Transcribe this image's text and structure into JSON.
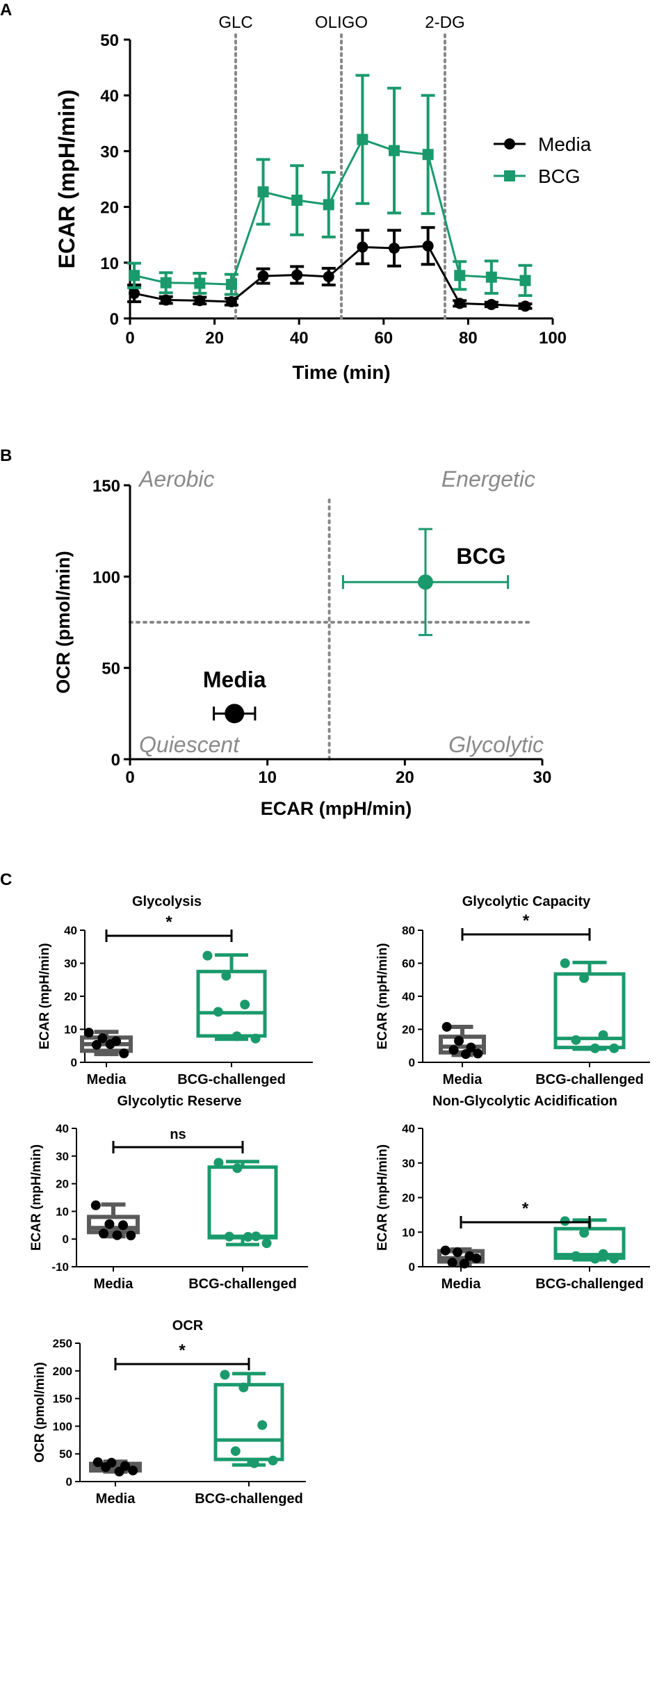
{
  "panels": {
    "a": "A",
    "b": "B",
    "c": "C"
  },
  "colors": {
    "media": "#000000",
    "bcg": "#1a9a6c",
    "media_box": "#5a5a5a",
    "ref": "#888888",
    "quadrant": "#8a8a8a"
  },
  "chart_data": [
    {
      "type": "line",
      "panel": "A",
      "xlabel": "Time (min)",
      "ylabel": "ECAR (mpH/min)",
      "xlim": [
        0,
        100
      ],
      "ylim": [
        0,
        50
      ],
      "xticks": [
        "0",
        "20",
        "40",
        "60",
        "80",
        "100"
      ],
      "yticks": [
        "0",
        "10",
        "20",
        "30",
        "40",
        "50"
      ],
      "injections": [
        {
          "label": "GLC",
          "x": 25
        },
        {
          "label": "OLIGO",
          "x": 50
        },
        {
          "label": "2-DG",
          "x": 74.5
        }
      ],
      "legend": "right",
      "series": [
        {
          "name": "Media",
          "x": [
            1,
            8.5,
            16.5,
            24,
            31.5,
            39.5,
            47,
            55,
            62.5,
            70.5,
            78,
            85.5,
            93.5
          ],
          "y": [
            4.5,
            3.3,
            3.2,
            3.0,
            7.6,
            7.8,
            7.5,
            12.8,
            12.6,
            13.0,
            2.7,
            2.5,
            2.2
          ],
          "err": [
            1.5,
            0.6,
            0.6,
            0.6,
            1.3,
            1.5,
            1.5,
            3.0,
            3.2,
            3.3,
            0.5,
            0.4,
            0.4
          ]
        },
        {
          "name": "BCG",
          "x": [
            1,
            8.5,
            16.5,
            24,
            31.5,
            39.5,
            47,
            55,
            62.5,
            70.5,
            78,
            85.5,
            93.5
          ],
          "y": [
            7.7,
            6.4,
            6.3,
            6.1,
            22.7,
            21.2,
            20.4,
            32.1,
            30.1,
            29.4,
            7.7,
            7.4,
            6.8
          ],
          "err": [
            2.2,
            1.8,
            1.8,
            1.8,
            5.8,
            6.2,
            5.8,
            11.5,
            11.2,
            10.6,
            2.5,
            2.9,
            2.7
          ]
        }
      ]
    },
    {
      "type": "scatter",
      "panel": "B",
      "xlabel": "ECAR (mpH/min)",
      "ylabel": "OCR (pmol/min)",
      "xlim": [
        0,
        30
      ],
      "ylim": [
        0,
        150
      ],
      "xticks": [
        "0",
        "10",
        "20",
        "30"
      ],
      "yticks": [
        "0",
        "50",
        "100",
        "150"
      ],
      "ref_x": 14.5,
      "ref_y": 75,
      "quadrants": [
        "Aerobic",
        "Energetic",
        "Quiescent",
        "Glycolytic"
      ],
      "points": [
        {
          "name": "Media",
          "x": 7.6,
          "y": 25,
          "xerr": 1.5,
          "yerr": 0
        },
        {
          "name": "BCG",
          "x": 21.5,
          "y": 97,
          "xerr": 6.0,
          "yerr": 29
        }
      ]
    },
    {
      "type": "box",
      "panel": "C",
      "title": "Glycolysis",
      "ylabel": "ECAR (mpH/min)",
      "ylim": [
        0,
        40
      ],
      "yticks": [
        "0",
        "10",
        "20",
        "30",
        "40"
      ],
      "categories": [
        "Media",
        "BCG-challenged"
      ],
      "boxes": [
        {
          "min": 2.5,
          "q1": 3.5,
          "median": 5.5,
          "q3": 7.5,
          "max": 9.2,
          "points": [
            9.0,
            7.3,
            6.4,
            5.3,
            5.5,
            2.7
          ]
        },
        {
          "min": 7.0,
          "q1": 8.0,
          "median": 15.0,
          "q3": 27.5,
          "max": 32.5,
          "points": [
            32.3,
            26.2,
            17.5,
            15.3,
            7.9,
            7.2
          ]
        }
      ],
      "sig": "*"
    },
    {
      "type": "box",
      "panel": "C",
      "title": "Glycolytic Capacity",
      "ylabel": "ECAR (mpH/min)",
      "ylim": [
        0,
        80
      ],
      "yticks": [
        "0",
        "20",
        "40",
        "60",
        "80"
      ],
      "categories": [
        "Media",
        "BCG-challenged"
      ],
      "boxes": [
        {
          "min": 4.5,
          "q1": 6.0,
          "median": 9.5,
          "q3": 15.5,
          "max": 21.5,
          "points": [
            21.5,
            13.0,
            9.0,
            7.5,
            5.0,
            5.3
          ]
        },
        {
          "min": 8.0,
          "q1": 9.0,
          "median": 14.5,
          "q3": 53.5,
          "max": 60.5,
          "points": [
            60.0,
            51.0,
            16.5,
            13.5,
            8.5,
            8.5
          ]
        }
      ],
      "sig": "*"
    },
    {
      "type": "box",
      "panel": "C",
      "title": "Glycolytic Reserve",
      "ylabel": "ECAR (mpH/min)",
      "ylim": [
        -10,
        40
      ],
      "yticks": [
        "-10",
        "0",
        "10",
        "20",
        "30",
        "40"
      ],
      "categories": [
        "Media",
        "BCG-challenged"
      ],
      "boxes": [
        {
          "min": 1.0,
          "q1": 2.5,
          "median": 4.0,
          "q3": 8.0,
          "max": 12.5,
          "points": [
            12.2,
            5.4,
            5.0,
            2.0,
            1.4,
            1.3
          ]
        },
        {
          "min": -2.0,
          "q1": 0.5,
          "median": 1.0,
          "q3": 26.0,
          "max": 28.0,
          "points": [
            27.6,
            25.6,
            1.0,
            0.9,
            0.8,
            -1.5
          ]
        }
      ],
      "sig": "ns"
    },
    {
      "type": "box",
      "panel": "C",
      "title": "Non-Glycolytic Acidification",
      "ylabel": "ECAR (mpH/min)",
      "ylim": [
        0,
        40
      ],
      "yticks": [
        "0",
        "10",
        "20",
        "30",
        "40"
      ],
      "categories": [
        "Media",
        "BCG-challenged"
      ],
      "boxes": [
        {
          "min": 0.8,
          "q1": 1.5,
          "median": 2.5,
          "q3": 4.5,
          "max": 5.0,
          "points": [
            4.7,
            4.2,
            3.1,
            1.2,
            0.9,
            2.4
          ]
        },
        {
          "min": 2.0,
          "q1": 2.5,
          "median": 3.5,
          "q3": 11.0,
          "max": 13.5,
          "points": [
            13.2,
            9.8,
            3.7,
            3.1,
            2.3,
            2.3
          ]
        }
      ],
      "sig": "*"
    },
    {
      "type": "box",
      "panel": "C",
      "title": "OCR",
      "ylabel": "OCR (pmol/min)",
      "ylim": [
        0,
        250
      ],
      "yticks": [
        "0",
        "50",
        "100",
        "150",
        "200",
        "250"
      ],
      "categories": [
        "Media",
        "BCG-challenged"
      ],
      "boxes": [
        {
          "min": 18,
          "q1": 20,
          "median": 27,
          "q3": 32,
          "max": 36,
          "points": [
            35,
            34,
            28,
            26,
            18,
            20
          ]
        },
        {
          "min": 30,
          "q1": 40,
          "median": 75,
          "q3": 175,
          "max": 195,
          "points": [
            193,
            170,
            102,
            55,
            33,
            38
          ]
        }
      ],
      "sig": "*"
    }
  ]
}
